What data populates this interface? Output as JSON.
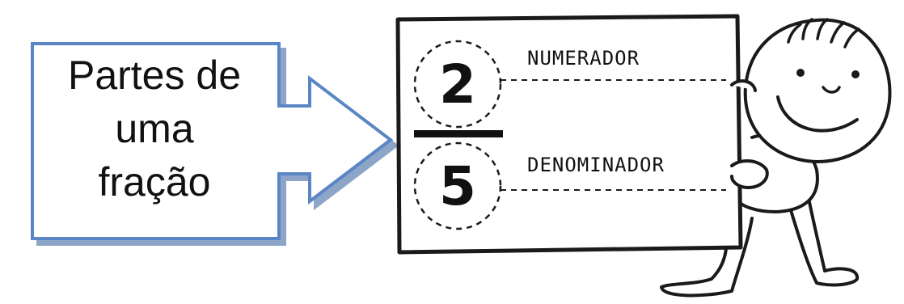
{
  "callout": {
    "lines": [
      "Partes de",
      "uma",
      "fração"
    ],
    "color": "#5b86c5"
  },
  "fraction": {
    "numerator": "2",
    "denominator": "5",
    "numerator_label": "NUMERADOR",
    "denominator_label": "DENOMINADOR"
  }
}
